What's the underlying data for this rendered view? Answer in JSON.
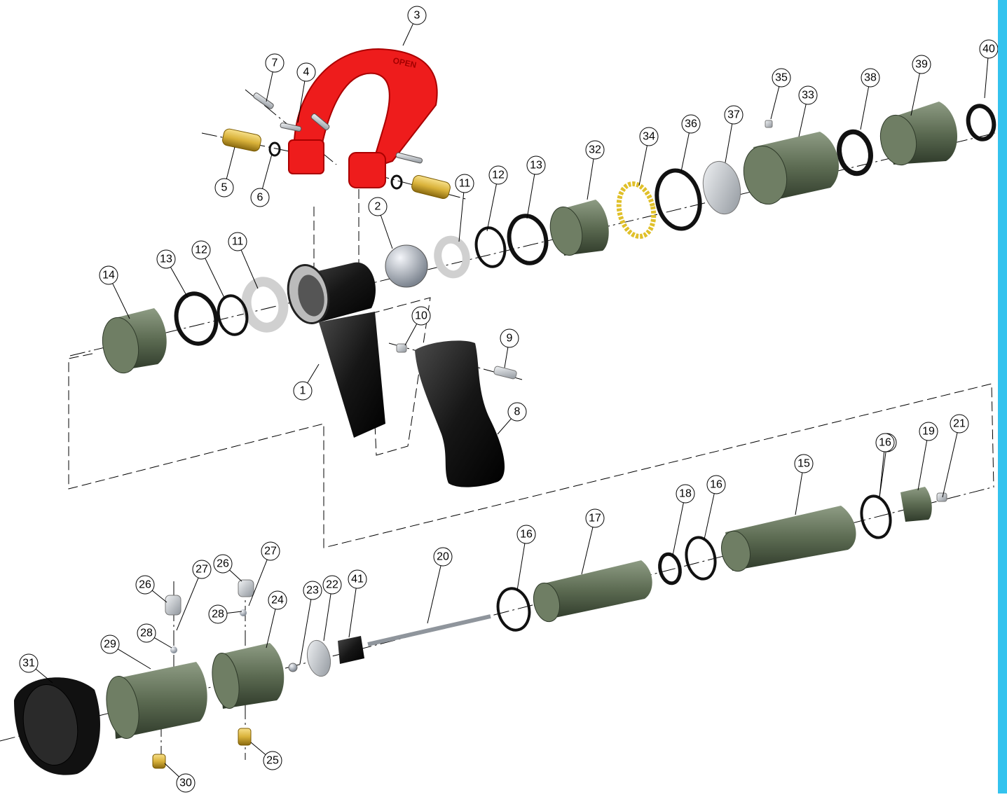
{
  "diagram": {
    "callouts": [
      "1",
      "2",
      "3",
      "4",
      "5",
      "6",
      "7",
      "8",
      "9",
      "10",
      "11",
      "11",
      "12",
      "12",
      "13",
      "13",
      "14",
      "15",
      "16",
      "16",
      "16",
      "16",
      "17",
      "18",
      "19",
      "20",
      "21",
      "22",
      "23",
      "24",
      "25",
      "26",
      "26",
      "27",
      "27",
      "28",
      "28",
      "29",
      "30",
      "31",
      "32",
      "33",
      "34",
      "35",
      "36",
      "37",
      "38",
      "39",
      "40",
      "41"
    ],
    "handle_lettering": "OPEN"
  },
  "colors": {
    "handle_red": "#ee1c1c",
    "olive_metal": "#5c6b52",
    "brass": "#d9b23a",
    "black_part": "#161616",
    "silver": "#c9ccd0",
    "edge_bar": "#34c3ee"
  }
}
